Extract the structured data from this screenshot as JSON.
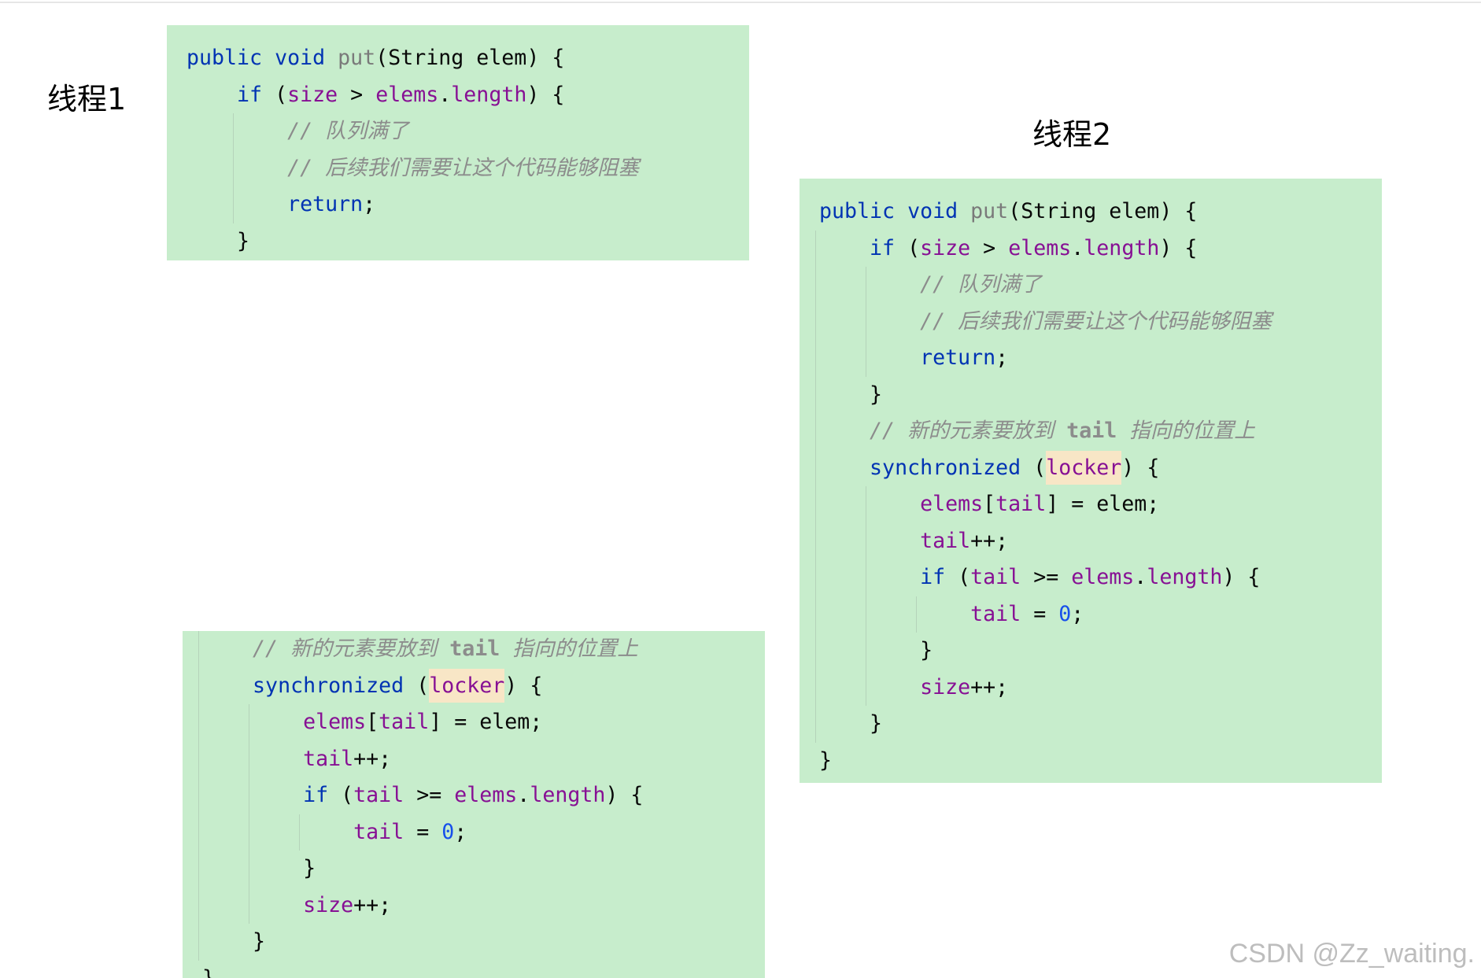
{
  "theme": {
    "code_background": "#c7edcc",
    "indent_guide": "#b5d3ba"
  },
  "labels": {
    "thread1": "线程1",
    "thread2": "线程2"
  },
  "watermark": "CSDN @Zz_waiting.",
  "code_blocks": {
    "thread1_top": {
      "lines": [
        [
          {
            "t": "public void ",
            "c": "#0033b3"
          },
          {
            "t": "put",
            "c": "#7a7a7a"
          },
          {
            "t": "(String elem) {"
          }
        ],
        [
          {
            "t": "    if",
            "c": "#0033b3"
          },
          {
            "t": " ("
          },
          {
            "t": "size",
            "c": "#871094"
          },
          {
            "t": " > "
          },
          {
            "t": "elems",
            "c": "#871094"
          },
          {
            "t": "."
          },
          {
            "t": "length",
            "c": "#871094"
          },
          {
            "t": ") {"
          }
        ],
        [
          {
            "t": "        // 队列满了",
            "c": "#8c8c8c",
            "i": true
          }
        ],
        [
          {
            "t": "        // 后续我们需要让这个代码能够阻塞",
            "c": "#8c8c8c",
            "i": true
          }
        ],
        [
          {
            "t": "        return",
            "c": "#0033b3"
          },
          {
            "t": ";"
          }
        ],
        [
          {
            "t": "    }"
          }
        ]
      ]
    },
    "thread2": {
      "lines": [
        [
          {
            "t": "public void ",
            "c": "#0033b3"
          },
          {
            "t": "put",
            "c": "#7a7a7a"
          },
          {
            "t": "(String elem) {"
          }
        ],
        [
          {
            "t": "    if",
            "c": "#0033b3"
          },
          {
            "t": " ("
          },
          {
            "t": "size",
            "c": "#871094"
          },
          {
            "t": " > "
          },
          {
            "t": "elems",
            "c": "#871094"
          },
          {
            "t": "."
          },
          {
            "t": "length",
            "c": "#871094"
          },
          {
            "t": ") {"
          }
        ],
        [
          {
            "t": "        // 队列满了",
            "c": "#8c8c8c",
            "i": true
          }
        ],
        [
          {
            "t": "        // 后续我们需要让这个代码能够阻塞",
            "c": "#8c8c8c",
            "i": true
          }
        ],
        [
          {
            "t": "        return",
            "c": "#0033b3"
          },
          {
            "t": ";"
          }
        ],
        [
          {
            "t": "    }"
          }
        ],
        [
          {
            "t": "    // 新的元素要放到 ",
            "c": "#8c8c8c",
            "i": true
          },
          {
            "t": "tail",
            "c": "#8c8c8c",
            "b": true
          },
          {
            "t": " 指向的位置上",
            "c": "#8c8c8c",
            "i": true
          }
        ],
        [
          {
            "t": "    synchronized",
            "c": "#0033b3"
          },
          {
            "t": " ("
          },
          {
            "t": "locker",
            "c": "#871094",
            "bg": "#f8e6c6"
          },
          {
            "t": ") {"
          }
        ],
        [
          {
            "t": "        elems",
            "c": "#871094"
          },
          {
            "t": "["
          },
          {
            "t": "tail",
            "c": "#871094"
          },
          {
            "t": "] = elem;"
          }
        ],
        [
          {
            "t": "        tail",
            "c": "#871094"
          },
          {
            "t": "++;"
          }
        ],
        [
          {
            "t": "        if",
            "c": "#0033b3"
          },
          {
            "t": " ("
          },
          {
            "t": "tail",
            "c": "#871094"
          },
          {
            "t": " >= "
          },
          {
            "t": "elems",
            "c": "#871094"
          },
          {
            "t": "."
          },
          {
            "t": "length",
            "c": "#871094"
          },
          {
            "t": ") {"
          }
        ],
        [
          {
            "t": "            tail",
            "c": "#871094"
          },
          {
            "t": " = "
          },
          {
            "t": "0",
            "c": "#1750eb"
          },
          {
            "t": ";"
          }
        ],
        [
          {
            "t": "        }"
          }
        ],
        [
          {
            "t": "        size",
            "c": "#871094"
          },
          {
            "t": "++;"
          }
        ],
        [
          {
            "t": "    }"
          }
        ],
        [
          {
            "t": "}"
          }
        ]
      ]
    },
    "thread1_bottom": {
      "lines": [
        [
          {
            "t": "    // 新的元素要放到 ",
            "c": "#8c8c8c",
            "i": true
          },
          {
            "t": "tail",
            "c": "#8c8c8c",
            "b": true
          },
          {
            "t": " 指向的位置上",
            "c": "#8c8c8c",
            "i": true
          }
        ],
        [
          {
            "t": "    synchronized",
            "c": "#0033b3"
          },
          {
            "t": " ("
          },
          {
            "t": "locker",
            "c": "#871094",
            "bg": "#f8e6c6"
          },
          {
            "t": ") {"
          }
        ],
        [
          {
            "t": "        elems",
            "c": "#871094"
          },
          {
            "t": "["
          },
          {
            "t": "tail",
            "c": "#871094"
          },
          {
            "t": "] = elem;"
          }
        ],
        [
          {
            "t": "        tail",
            "c": "#871094"
          },
          {
            "t": "++;"
          }
        ],
        [
          {
            "t": "        if",
            "c": "#0033b3"
          },
          {
            "t": " ("
          },
          {
            "t": "tail",
            "c": "#871094"
          },
          {
            "t": " >= "
          },
          {
            "t": "elems",
            "c": "#871094"
          },
          {
            "t": "."
          },
          {
            "t": "length",
            "c": "#871094"
          },
          {
            "t": ") {"
          }
        ],
        [
          {
            "t": "            tail",
            "c": "#871094"
          },
          {
            "t": " = "
          },
          {
            "t": "0",
            "c": "#1750eb"
          },
          {
            "t": ";"
          }
        ],
        [
          {
            "t": "        }"
          }
        ],
        [
          {
            "t": "        size",
            "c": "#871094"
          },
          {
            "t": "++;"
          }
        ],
        [
          {
            "t": "    }"
          }
        ],
        [
          {
            "t": "}"
          }
        ]
      ]
    }
  }
}
